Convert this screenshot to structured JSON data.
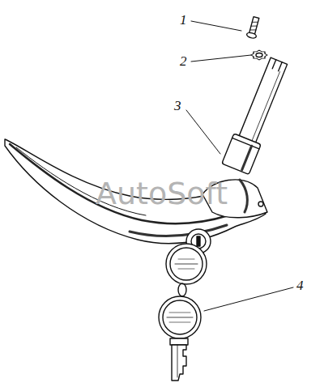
{
  "diagram": {
    "labels": [
      "1",
      "2",
      "3",
      "4",
      "AutoSoft"
    ]
  }
}
